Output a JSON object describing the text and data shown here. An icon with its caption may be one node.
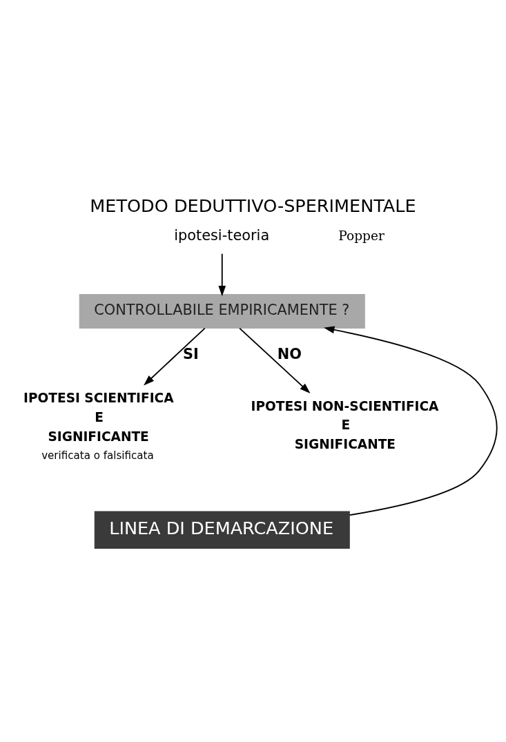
{
  "diagram": {
    "title": "METODO DEDUTTIVO-SPERIMENTALE",
    "nodes": [
      {
        "text": [
          "ipotesi-teoria"
        ]
      },
      {
        "text": [
          "CONTROLLABILE EMPIRICAMENTE ?"
        ]
      },
      {
        "text": [
          "IPOTESI SCIENTIFICA",
          "E",
          "SIGNIFICANTE"
        ],
        "beside": [
          "verificata o falsificata"
        ]
      },
      {
        "text": [
          "IPOTESI NON-SCIENTIFICA",
          "E",
          "SIGNIFICANTE"
        ]
      },
      {
        "text": [
          "LINEA DI DEMARCAZIONE"
        ]
      }
    ],
    "edges": [
      {
        "from": 0,
        "to": 1,
        "arrow": "to"
      },
      {
        "from": 1,
        "to": 2,
        "arrow": "to",
        "label": "SI"
      },
      {
        "from": 1,
        "to": 3,
        "arrow": "to",
        "label": "NO"
      },
      {
        "from": 4,
        "to": 1,
        "arrow": "to"
      }
    ],
    "labels": [
      "Popper"
    ]
  }
}
